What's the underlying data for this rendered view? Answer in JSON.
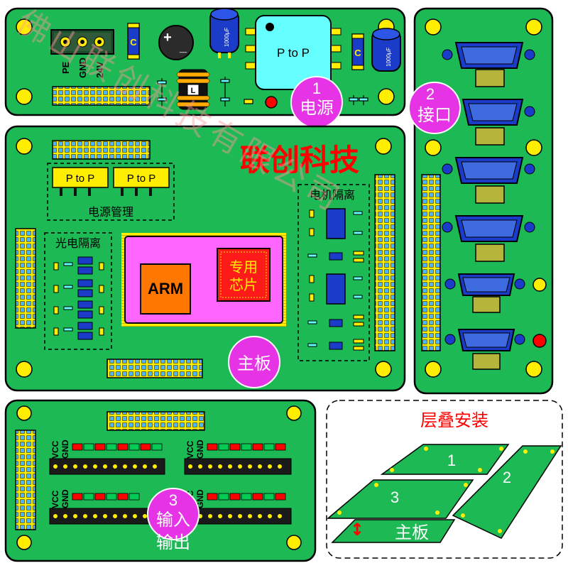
{
  "colors": {
    "board": "#1db954",
    "board_stroke": "#000000",
    "mount_hole": "#ffee00",
    "header_pin": "#4fb3ff",
    "chip_cyan": "#66ffff",
    "arm_orange": "#ff7700",
    "special_chip_red": "#ff1a1a",
    "mainboard_magenta": "#ff66ff",
    "badge_magenta": "#e633e6",
    "title_red": "#ff0000",
    "connector_blue": "#1a3cc8",
    "led_red": "#ff0000",
    "led_green": "#00cc55",
    "watermark_pink": "#ff9999"
  },
  "power_board": {
    "terminal_labels": [
      "PE",
      "GND",
      "24V"
    ],
    "cap_label": "C",
    "electrolytic_label": "1000µF",
    "polarity_plus": "+",
    "polarity_minus": "_",
    "inductor_label": "L",
    "module_label": "P to P",
    "cap_label_2": "C",
    "badge_num": "1",
    "badge_text": "电源"
  },
  "interface_board": {
    "badge_num": "2",
    "badge_text": "接口"
  },
  "main_board": {
    "title": "联创科技",
    "pp_label_1": "P to P",
    "pp_label_2": "P to P",
    "power_mgmt": "电源管理",
    "opto_isolation": "光电隔离",
    "motor_isolation": "电机隔离",
    "arm_label": "ARM",
    "special_chip_line1": "专用",
    "special_chip_line2": "芯片",
    "badge_text": "主板"
  },
  "io_board": {
    "vcc": "VCC",
    "gnd": "GND",
    "badge_num": "3",
    "badge_line1": "输入",
    "badge_line2": "输出"
  },
  "stack_diagram": {
    "title": "层叠安装",
    "label_1": "1",
    "label_2": "2",
    "label_3": "3",
    "arrow": "↕",
    "main_label": "主板"
  },
  "watermark": {
    "text": "佛山联创科技有限公司"
  }
}
